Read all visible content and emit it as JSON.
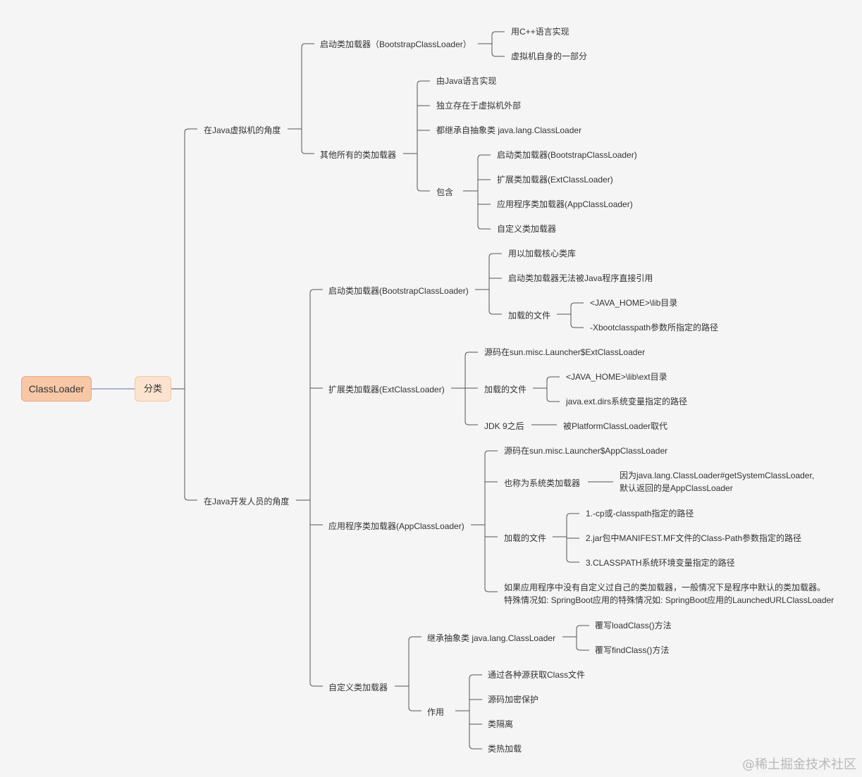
{
  "root": "ClassLoader",
  "category": "分类",
  "jvm_view": {
    "label": "在Java虚拟机的角度",
    "bootstrap": {
      "label": "启动类加载器（BootstrapClassLoader）",
      "items": [
        "用C++语言实现",
        "虚拟机自身的一部分"
      ]
    },
    "others": {
      "label": "其他所有的类加载器",
      "items": [
        "由Java语言实现",
        "独立存在于虚拟机外部",
        "都继承自抽象类 java.lang.ClassLoader"
      ],
      "contains": {
        "label": "包含",
        "items": [
          "启动类加载器(BootstrapClassLoader)",
          "扩展类加载器(ExtClassLoader)",
          "应用程序类加载器(AppClassLoader)",
          "自定义类加载器"
        ]
      }
    }
  },
  "dev_view": {
    "label": "在Java开发人员的角度",
    "bootstrap": {
      "label": "启动类加载器(BootstrapClassLoader)",
      "items": [
        "用以加载核心类库",
        "启动类加载器无法被Java程序直接引用"
      ],
      "files": {
        "label": "加载的文件",
        "items": [
          "<JAVA_HOME>\\lib目录",
          "-Xbootclasspath参数所指定的路径"
        ]
      }
    },
    "ext": {
      "label": "扩展类加载器(ExtClassLoader)",
      "source": "源码在sun.misc.Launcher$ExtClassLoader",
      "files": {
        "label": "加载的文件",
        "items": [
          "<JAVA_HOME>\\lib\\ext目录",
          "java.ext.dirs系统变量指定的路径"
        ]
      },
      "jdk9": {
        "label": "JDK 9之后",
        "value": "被PlatformClassLoader取代"
      }
    },
    "app": {
      "label": "应用程序类加载器(AppClassLoader)",
      "source": "源码在sun.misc.Launcher$AppClassLoader",
      "system": {
        "label": "也称为系统类加载器",
        "value1": "因为java.lang.ClassLoader#getSystemClassLoader,",
        "value2": "默认返回的是AppClassLoader"
      },
      "files": {
        "label": "加载的文件",
        "items": [
          "1.-cp或-classpath指定的路径",
          "2.jar包中MANIFEST.MF文件的Class-Path参数指定的路径",
          "3.CLASSPATH系统环境变量指定的路径"
        ]
      },
      "note1": "如果应用程序中没有自定义过自己的类加载器，一般情况下是程序中默认的类加载器。",
      "note2": "特殊情况如: SpringBoot应用的特殊情况如: SpringBoot应用的LaunchedURLClassLoader"
    },
    "custom": {
      "label": "自定义类加载器",
      "inherit": {
        "label": "继承抽象类 java.lang.ClassLoader",
        "items": [
          "覆写loadClass()方法",
          "覆写findClass()方法"
        ]
      },
      "use": {
        "label": "作用",
        "items": [
          "通过各种源获取Class文件",
          "源码加密保护",
          "类隔离",
          "类热加载"
        ]
      }
    }
  },
  "watermark": "@稀土掘金技术社区"
}
